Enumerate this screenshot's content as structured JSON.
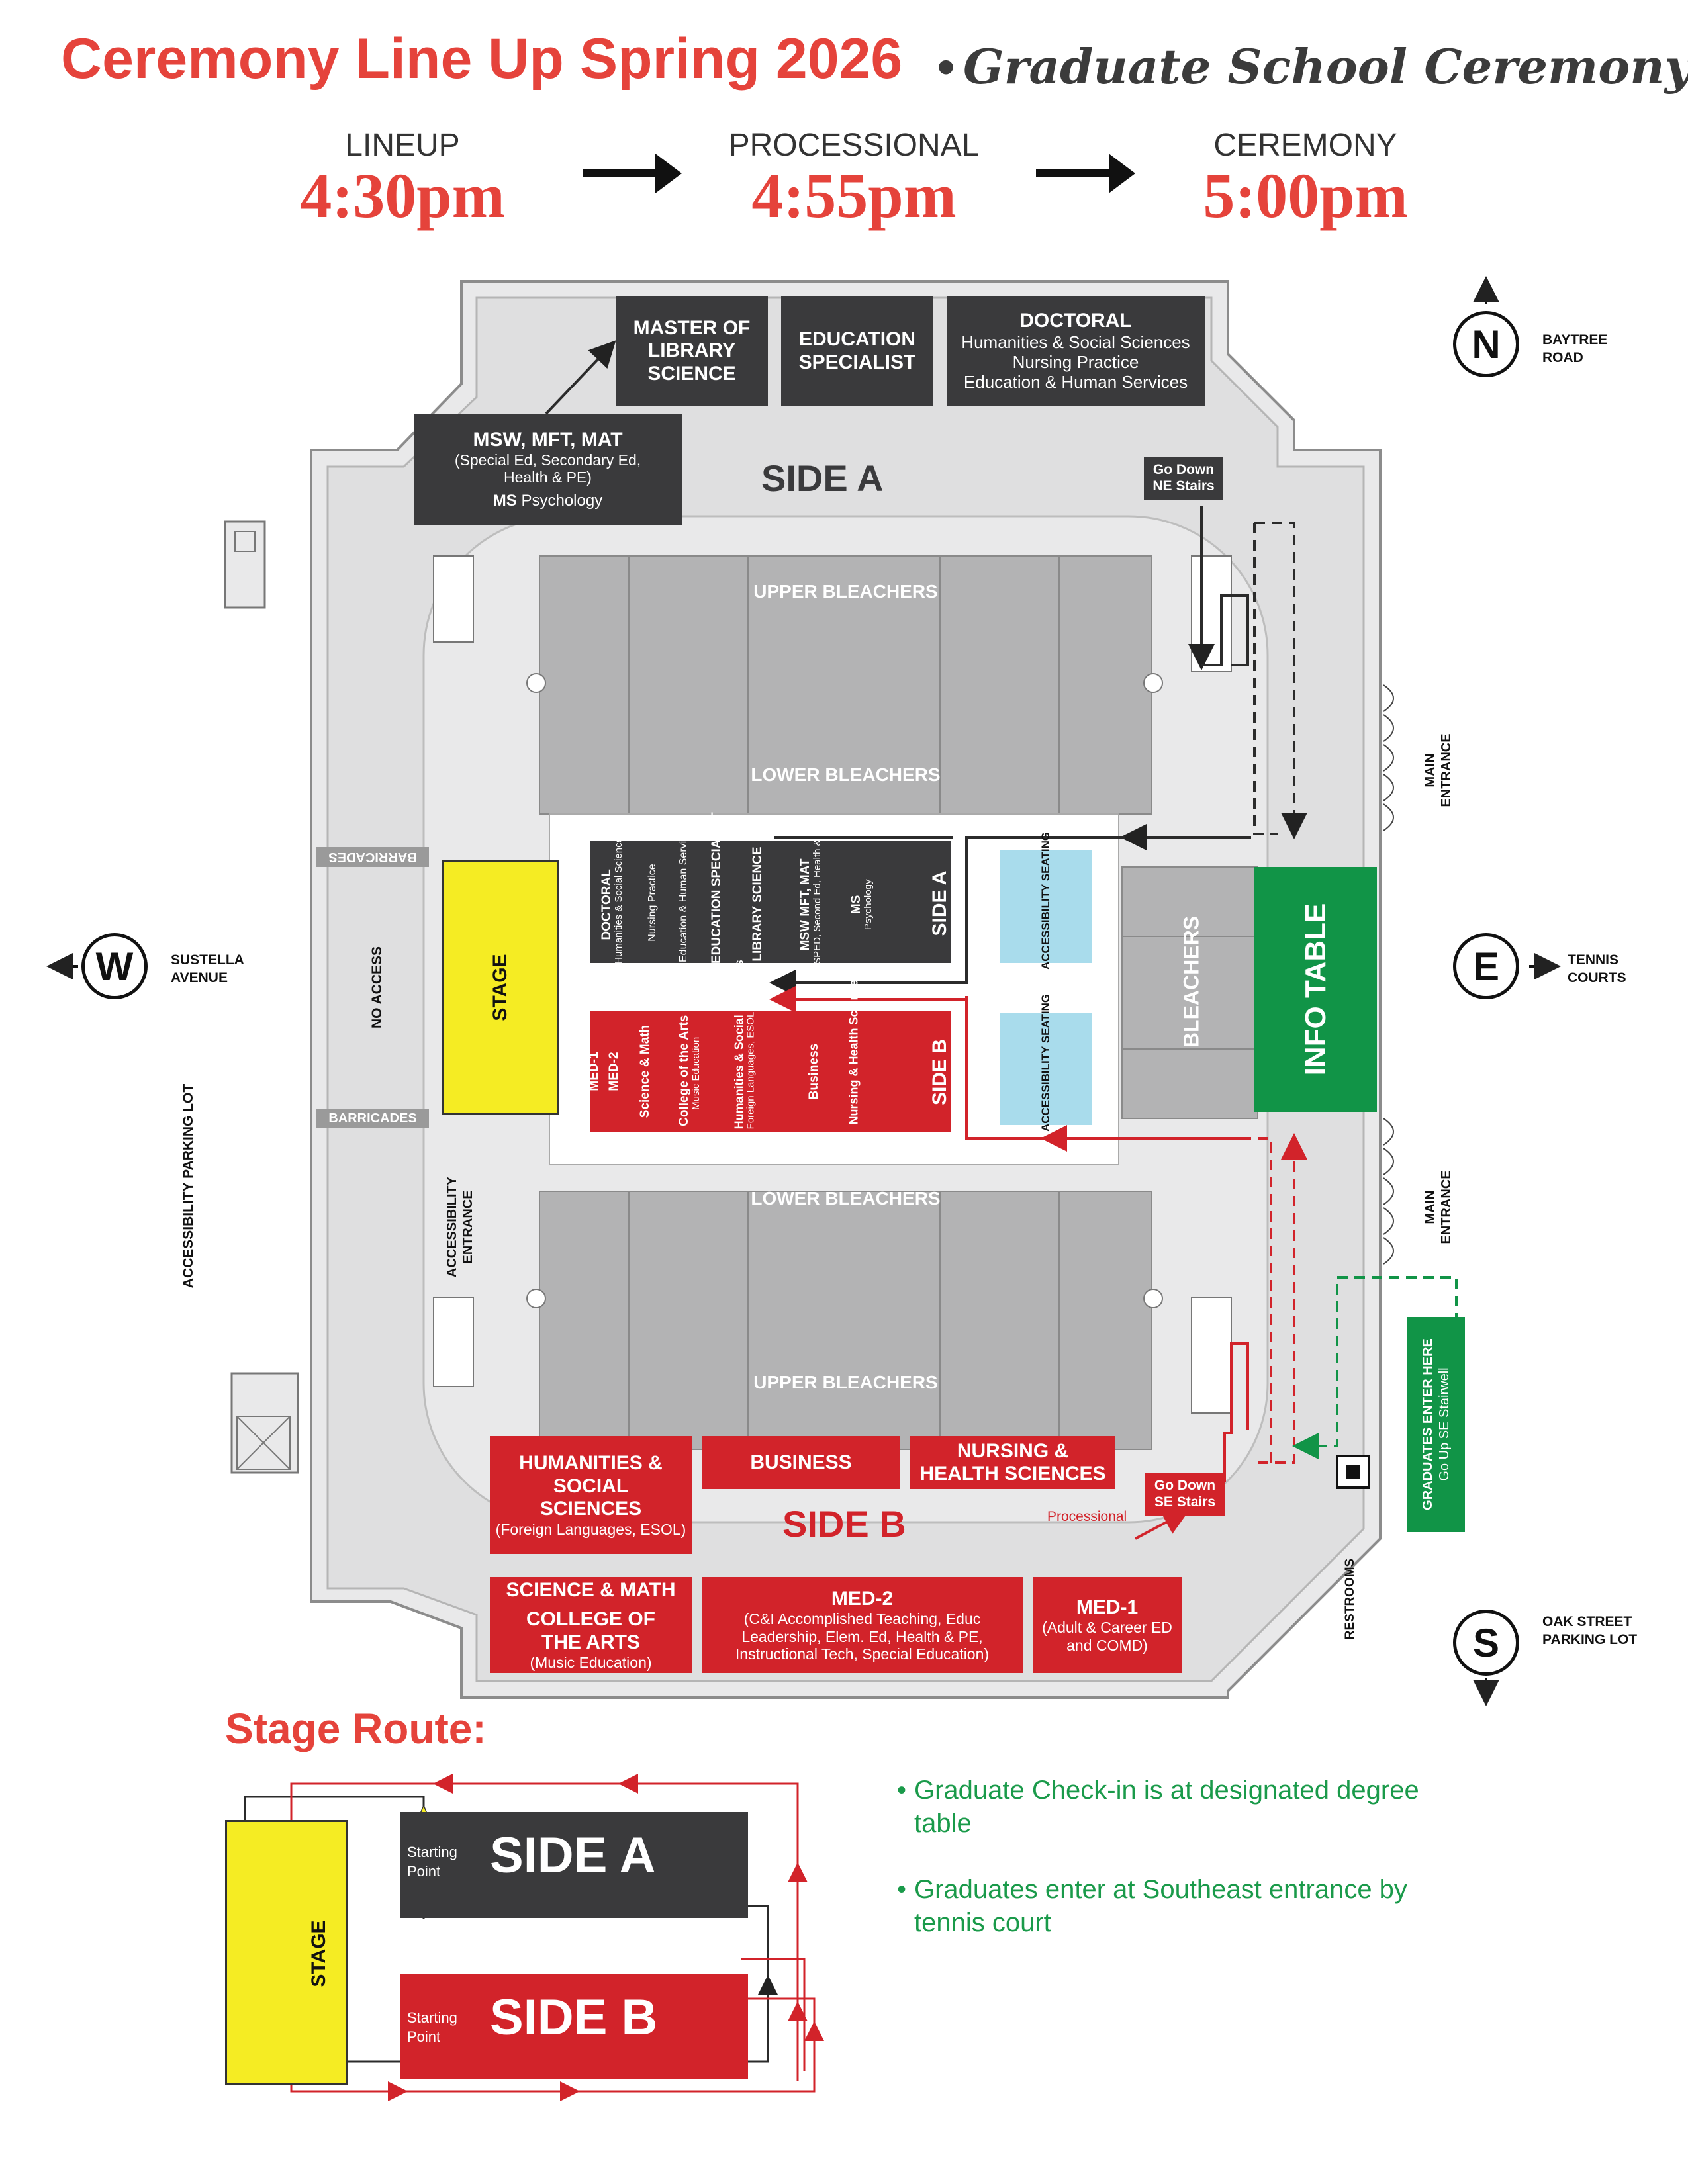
{
  "header": {
    "title": "Ceremony Line Up Spring 2026",
    "subtitle": "Graduate School Ceremony"
  },
  "timeline": [
    {
      "label": "LINEUP",
      "time": "4:30pm"
    },
    {
      "label": "PROCESSIONAL",
      "time": "4:55pm"
    },
    {
      "label": "CEREMONY",
      "time": "5:00pm"
    }
  ],
  "compass": {
    "north": {
      "letter": "N",
      "label": "BAYTREE\nROAD"
    },
    "west": {
      "letter": "W",
      "label": "SUSTELLA\nAVENUE"
    },
    "east": {
      "letter": "E",
      "label": "TENNIS\nCOURTS"
    },
    "south": {
      "letter": "S",
      "label": "OAK STREET\nPARKING LOT"
    }
  },
  "map": {
    "side_a_label": "SIDE A",
    "side_b_label": "SIDE B",
    "upper_bleachers": "UPPER BLEACHERS",
    "lower_bleachers": "LOWER BLEACHERS",
    "bleachers": "BLEACHERS",
    "stage": "STAGE",
    "info_table": "INFO TABLE",
    "barricades": "BARRICADES",
    "no_access": "NO ACCESS",
    "accessibility_entrance": "ACCESSIBILITY ENTRANCE",
    "accessibility_parking": "ACCESSIBILITY PARKING LOT",
    "accessibility_seating": "ACCESSIBILITY SEATING",
    "main_entrance": "MAIN ENTRANCE",
    "restrooms": "RESTROOMS",
    "graduates_enter_title": "GRADUATES ENTER HERE",
    "graduates_enter_sub": "Go Up SE Stairwell",
    "go_down_ne_1": "Go Down",
    "go_down_ne_2": "NE Stairs",
    "go_down_se_1": "Go Down",
    "go_down_se_2": "SE Stairs",
    "processional": "Processional"
  },
  "side_a_groups": {
    "master_library": "MASTER OF LIBRARY SCIENCE",
    "education_specialist": "EDUCATION SPECIALIST",
    "doctoral_title": "DOCTORAL",
    "doctoral_lines": [
      "Humanities & Social Sciences",
      "Nursing Practice",
      "Education & Human Services"
    ],
    "msw_title": "MSW, MFT, MAT",
    "msw_sub": "(Special Ed, Secondary Ed, Health & PE)",
    "ms_bold": "MS",
    "ms_rest": "Psychology"
  },
  "side_b_groups": {
    "humanities_title": "HUMANITIES & SOCIAL SCIENCES",
    "humanities_sub": "(Foreign Languages, ESOL)",
    "business": "BUSINESS",
    "nursing": "NURSING & HEALTH SCIENCES",
    "science_math": "SCIENCE & MATH",
    "college_arts": "COLLEGE OF THE ARTS",
    "college_arts_sub": "(Music Education)",
    "med2_title": "MED-2",
    "med2_sub": "(C&I Accomplished Teaching, Educ Leadership, Elem. Ed, Health & PE, Instructional Tech, Special Education)",
    "med1_title": "MED-1",
    "med1_sub": "(Adult & Career ED and COMD)"
  },
  "floor_side_a": {
    "label": "SIDE A",
    "columns": [
      {
        "bold": "DOCTORAL",
        "lines": "Humanities & Social Sciences"
      },
      {
        "bold": "",
        "lines": "Nursing Practice"
      },
      {
        "bold": "",
        "lines": "Education & Human Services"
      },
      {
        "bold": "EDUCATION SPECIALIST",
        "lines": ""
      },
      {
        "bold": "LIBRARY SCIENCE",
        "lines": ""
      },
      {
        "bold": "MSW MFT, MAT",
        "lines": "SPED, Second Ed, Health & PE"
      },
      {
        "bold": "MS",
        "lines": "Psychology"
      }
    ]
  },
  "floor_side_b": {
    "label": "SIDE B",
    "columns": [
      {
        "bold": "MED-1",
        "lines": ""
      },
      {
        "bold": "MED-2",
        "lines": ""
      },
      {
        "bold": "Science & Math",
        "lines": ""
      },
      {
        "bold": "College of the Arts",
        "lines": "Music Education"
      },
      {
        "bold": "Humanities & Social Sciences",
        "lines": "Foreign Languages, ESOL"
      },
      {
        "bold": "Business",
        "lines": ""
      },
      {
        "bold": "Nursing & Health Sciences",
        "lines": ""
      }
    ]
  },
  "stage_route": {
    "heading": "Stage Route:",
    "stage": "STAGE",
    "side_a": "SIDE A",
    "side_b": "SIDE B",
    "starting_point": "Starting Point"
  },
  "notes": [
    "Graduate Check-in is at designated degree table",
    "Graduates enter at Southeast entrance by tennis court"
  ],
  "colors": {
    "red": "#d2232a",
    "dark": "#3a3a3c",
    "green": "#119447",
    "yellow": "#f5ec23",
    "blue": "#a9dcec",
    "title_red": "#e5433b"
  }
}
